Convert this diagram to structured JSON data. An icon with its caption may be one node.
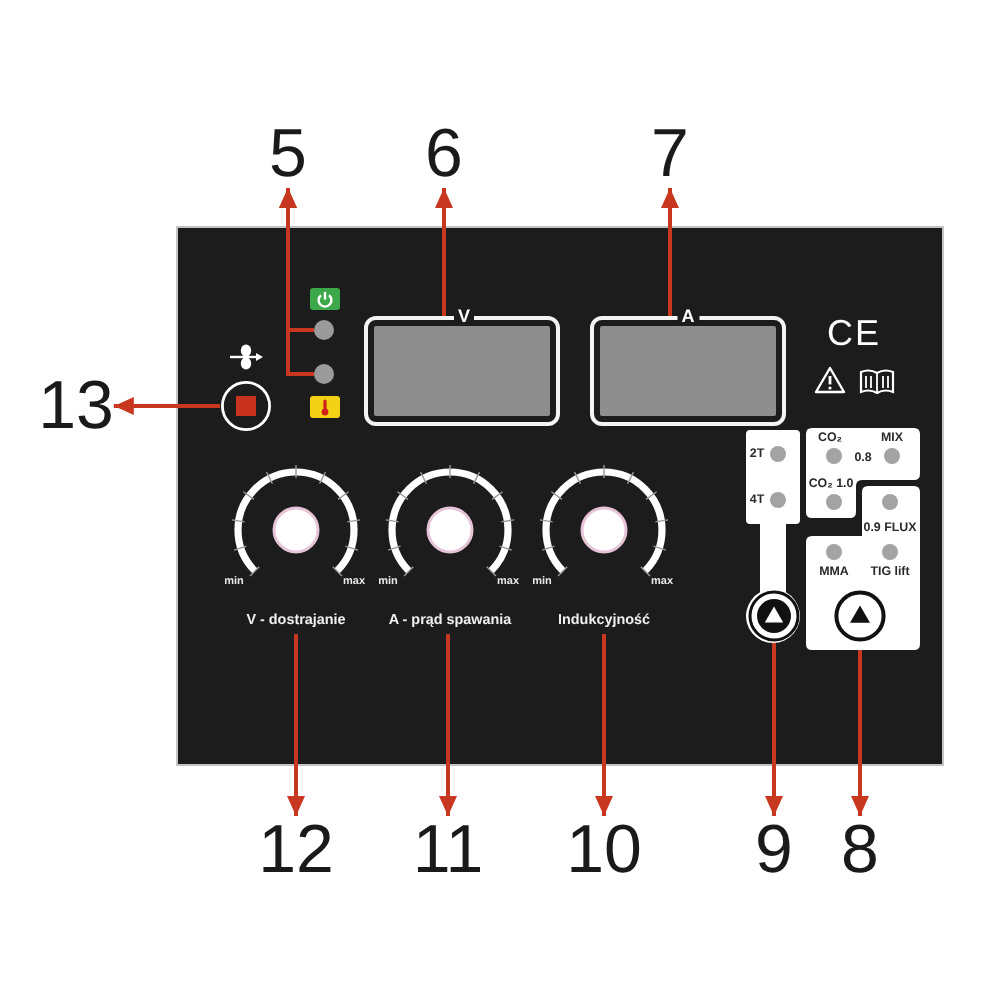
{
  "diagram": {
    "nodes": [
      {
        "text": [
          "5"
        ]
      },
      {
        "text": [
          "6"
        ]
      },
      {
        "text": [
          "7"
        ]
      },
      {
        "text": [
          "13"
        ]
      },
      {
        "text": [],
        "shape": "circle"
      },
      {
        "text": [],
        "shape": "circle"
      },
      {
        "text": [
          "V"
        ]
      },
      {
        "text": [
          "A"
        ]
      },
      {
        "text": [],
        "shape": "circle"
      },
      {
        "text": [
          "min",
          "max",
          "V - dostrajanie"
        ]
      },
      {
        "text": [
          "min",
          "max",
          "A - prąd spawania"
        ]
      },
      {
        "text": [
          "min",
          "max",
          "Indukcyjność"
        ]
      },
      {
        "text": [
          "2T",
          "4T"
        ]
      },
      {
        "text": [],
        "shape": "circle",
        "in": 12
      },
      {
        "text": [
          "CO₂",
          "MIX",
          "0.8",
          "CO₂ 1.0"
        ]
      },
      {
        "text": [
          "0.9 FLUX",
          "MMA",
          "TIG lift"
        ]
      },
      {
        "text": [],
        "shape": "circle",
        "in": 15
      },
      {
        "text": [
          "12"
        ]
      },
      {
        "text": [
          "11"
        ]
      },
      {
        "text": [
          "10"
        ]
      },
      {
        "text": [
          "9"
        ]
      },
      {
        "text": [
          "8"
        ]
      }
    ],
    "edges": [
      {
        "from": 4,
        "to": 0,
        "arrow": "to"
      },
      {
        "from": 5,
        "to": 0,
        "arrow": "to"
      },
      {
        "from": 6,
        "to": 1,
        "arrow": "to"
      },
      {
        "from": 7,
        "to": 2,
        "arrow": "to"
      },
      {
        "from": 8,
        "to": 3,
        "arrow": "to"
      },
      {
        "from": 9,
        "to": 17,
        "arrow": "to"
      },
      {
        "from": 10,
        "to": 18,
        "arrow": "to"
      },
      {
        "from": 11,
        "to": 19,
        "arrow": "to"
      },
      {
        "from": 13,
        "to": 20,
        "arrow": "to"
      },
      {
        "from": 16,
        "to": 21,
        "arrow": "to"
      }
    ],
    "labels": [
      "CE"
    ]
  }
}
